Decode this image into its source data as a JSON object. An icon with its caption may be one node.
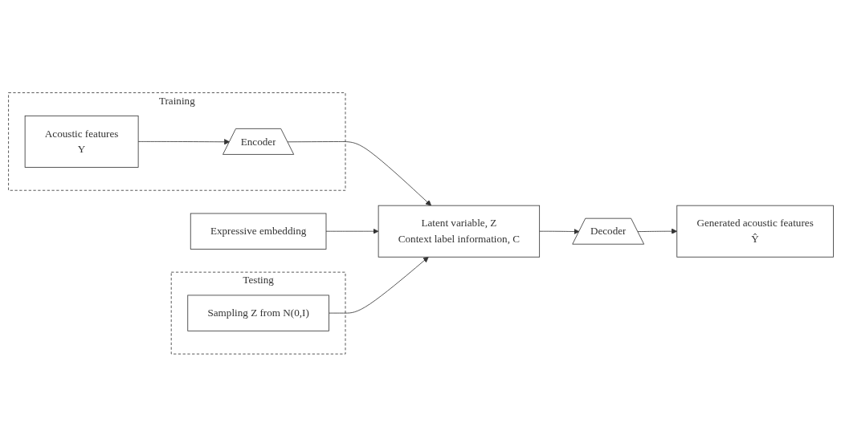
{
  "diagram": {
    "nodes": [
      {
        "text": [
          "Training"
        ]
      },
      {
        "text": [
          "Acoustic features",
          "Y"
        ],
        "in": 0
      },
      {
        "text": [
          "Encoder"
        ],
        "in": 0
      },
      {
        "text": [
          "Expressive embedding"
        ]
      },
      {
        "text": [
          "Latent variable, Z",
          "Context label information, C"
        ]
      },
      {
        "text": [
          "Testing"
        ]
      },
      {
        "text": [
          "Sampling Z from N(0,I)"
        ],
        "in": 5
      },
      {
        "text": [
          "Decoder"
        ]
      },
      {
        "text": [
          "Generated acoustic features",
          "Ŷ"
        ]
      }
    ],
    "edges": [
      {
        "from": 1,
        "to": 2,
        "arrow": "to"
      },
      {
        "from": 2,
        "to": 4,
        "arrow": "to"
      },
      {
        "from": 3,
        "to": 4,
        "arrow": "to"
      },
      {
        "from": 6,
        "to": 4,
        "arrow": "to"
      },
      {
        "from": 4,
        "to": 7,
        "arrow": "to"
      },
      {
        "from": 7,
        "to": 8,
        "arrow": "to"
      }
    ]
  }
}
